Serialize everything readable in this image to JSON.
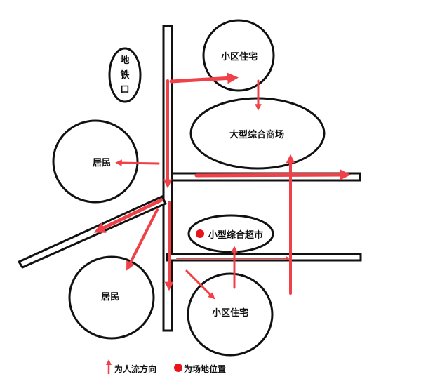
{
  "colors": {
    "flow": "#f04048",
    "marker": "#e8141c",
    "ink": "#111111"
  },
  "labels": {
    "metro": [
      "地",
      "铁",
      "口"
    ],
    "residential_top": "小区住宅",
    "mall": "大型综合商场",
    "residents_left": "居民",
    "supermarket": "小型综合超市",
    "residents_bottom": "居民",
    "residential_bottom": "小区住宅"
  },
  "legend": {
    "flow_icon": "red-arrow-icon",
    "flow_text": "为人流方向",
    "site_icon": "red-dot-icon",
    "site_text": "为场地位置"
  }
}
